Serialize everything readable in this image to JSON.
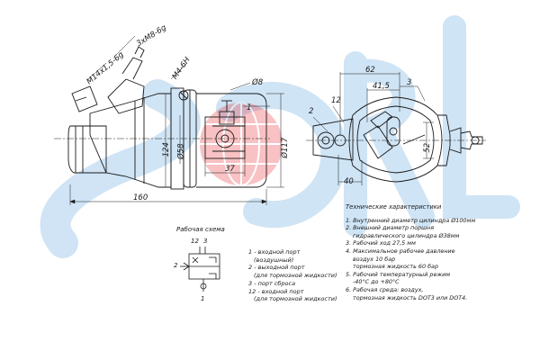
{
  "watermark": {
    "text": "SORL",
    "colors": {
      "blue": "#2b86d6",
      "red": "#e8262a"
    }
  },
  "drawing": {
    "left_view": {
      "dimensions": {
        "thread_top": "3xM8-6g",
        "thread_inlet": "M14x1,5-6g",
        "thread_vent": "M4-6H",
        "d8": "Ø8",
        "ref_1": "1",
        "d124": "124",
        "d58": "Ø58",
        "d117": "Ø117",
        "d37": "37",
        "len_160": "160"
      }
    },
    "right_view": {
      "dimensions": {
        "d62": "62",
        "d41_5": "41,5",
        "ref_3": "3",
        "ref_12": "12",
        "ref_2": "2",
        "d52": "52",
        "d40": "40"
      }
    }
  },
  "schema": {
    "title": "Рабочая схема",
    "ports": {
      "p12": "12",
      "p3": "3",
      "p2": "2",
      "p1": "1"
    },
    "legend": [
      {
        "main": "1 - входной порт",
        "sub": "(воздушный)"
      },
      {
        "main": "2 - выходной порт",
        "sub": "(для тормозной жидкости)"
      },
      {
        "main": "3 - порт сброса",
        "sub": ""
      },
      {
        "main": "12 - входной порт",
        "sub": "(для тормозной жидкости)"
      }
    ]
  },
  "specs": {
    "title": "Технические характеристики",
    "items": [
      {
        "main": "1. Внутренний диаметр цилиндра Ø100мм",
        "sub": ""
      },
      {
        "main": "2. Внешний диаметр поршня",
        "sub": "гидравлического цилиндра Ø38мм"
      },
      {
        "main": "3. Рабочий ход 27,5 мм",
        "sub": ""
      },
      {
        "main": "4. Максимальное рабочее давление",
        "sub": "воздух 10 бар"
      },
      {
        "main": "",
        "sub": "тормозная жидкость 60 бар"
      },
      {
        "main": "5. Рабочий температурный режим",
        "sub": "-40°C до +80°C"
      },
      {
        "main": "6. Рабочая среда: воздух,",
        "sub": "тормозная жидкость DOT3 или DOT4."
      }
    ]
  }
}
